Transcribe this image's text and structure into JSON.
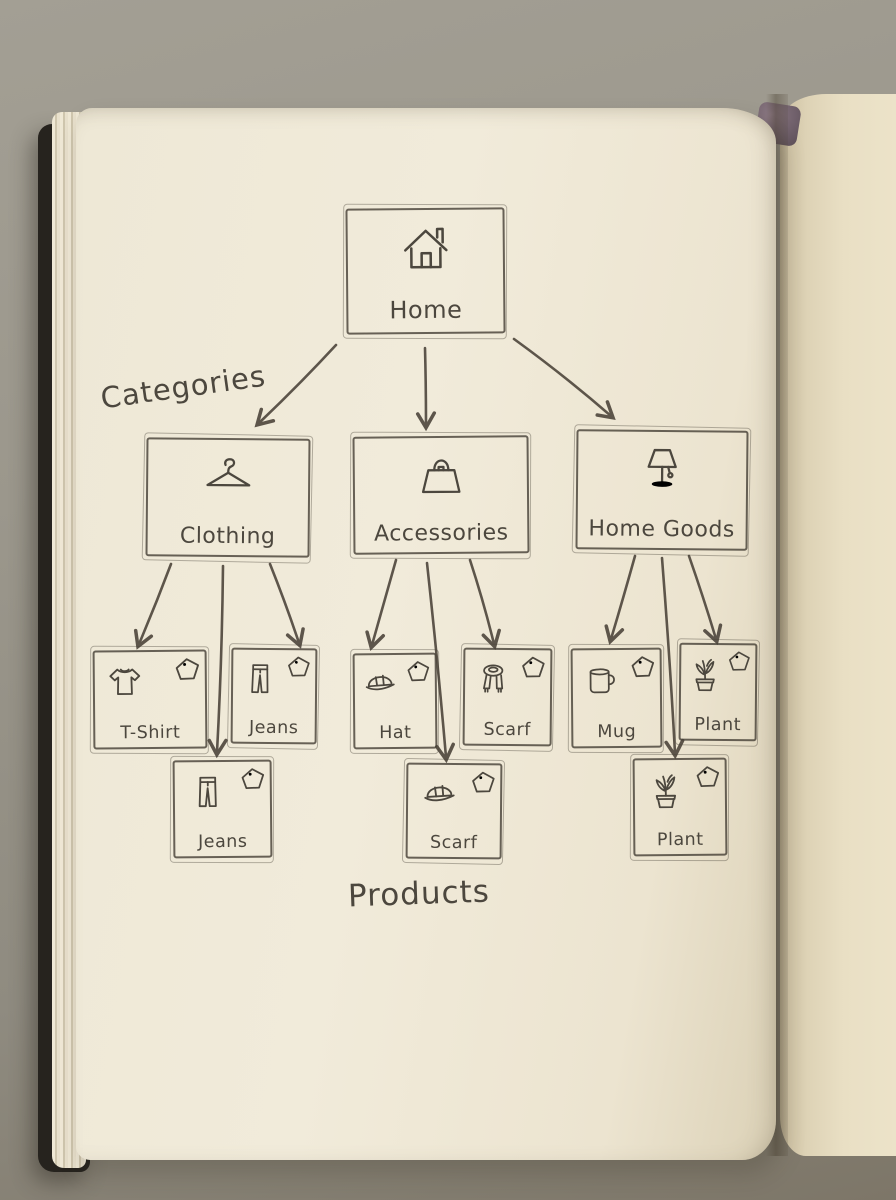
{
  "diagram": {
    "heading_categories": "Categories",
    "heading_products": "Products",
    "root": {
      "label": "Home",
      "icon": "house-icon"
    },
    "categories": [
      {
        "label": "Clothing",
        "icon": "hanger-icon"
      },
      {
        "label": "Accessories",
        "icon": "handbag-icon"
      },
      {
        "label": "Home Goods",
        "icon": "lamp-icon"
      }
    ],
    "products_row1": [
      {
        "label": "T-Shirt",
        "icon": "tshirt-icon",
        "badge": "price-tag-icon",
        "parent": "Clothing"
      },
      {
        "label": "Jeans",
        "icon": "jeans-icon",
        "badge": "price-tag-icon",
        "parent": "Clothing"
      },
      {
        "label": "Hat",
        "icon": "cap-icon",
        "badge": "price-tag-icon",
        "parent": "Accessories"
      },
      {
        "label": "Scarf",
        "icon": "scarf-icon",
        "badge": "price-tag-icon",
        "parent": "Accessories"
      },
      {
        "label": "Mug",
        "icon": "mug-icon",
        "badge": "price-tag-icon",
        "parent": "Home Goods"
      },
      {
        "label": "Plant",
        "icon": "plant-icon",
        "badge": "price-tag-icon",
        "parent": "Home Goods"
      }
    ],
    "products_row2": [
      {
        "label": "Jeans",
        "icon": "jeans-icon",
        "badge": "price-tag-icon",
        "parent": "Clothing"
      },
      {
        "label": "Scarf",
        "icon": "cap-icon",
        "badge": "price-tag-icon",
        "parent": "Accessories"
      },
      {
        "label": "Plant",
        "icon": "plant-icon",
        "badge": "price-tag-icon",
        "parent": "Home Goods"
      }
    ]
  },
  "colors": {
    "ink": "#4c473e",
    "paper": "#f0ead9",
    "desk": "#9b978c",
    "cover": "#26231e",
    "right_page": "#e9dfc4",
    "bookmark": "#70606b"
  }
}
